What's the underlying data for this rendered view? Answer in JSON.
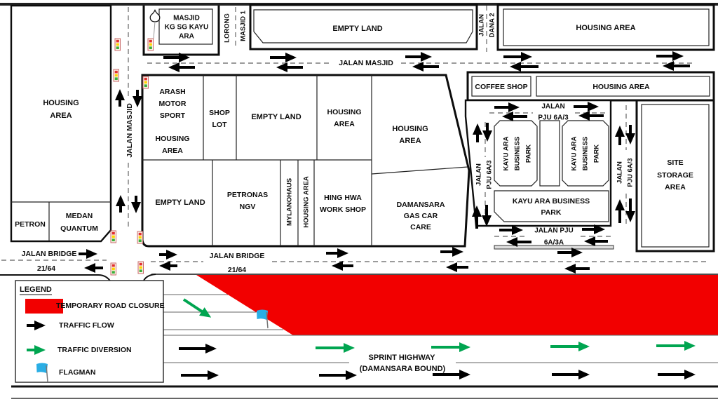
{
  "legend": {
    "title": "LEGEND",
    "closure_label": "TEMPORARY ROAD CLOSURE",
    "flow_label": "TRAFFIC FLOW",
    "diversion_label": "TRAFFIC DIVERSION",
    "flagman_label": "FLAGMAN"
  },
  "colors": {
    "closure": "#f20000",
    "flow": "#000000",
    "diversion": "#00a550",
    "flagman": "#2aaee5"
  },
  "roads": {
    "jalan_masjid_v": "JALAN MASJID",
    "jalan_masjid_h": "JALAN MASJID",
    "lorong_masjid": [
      "LORONG",
      "MASJID 1"
    ],
    "jalan_dana": [
      "JALAN",
      "DANA 2"
    ],
    "bridge_left": [
      "JALAN BRIDGE",
      "21/64"
    ],
    "bridge_right": [
      "JALAN BRIDGE",
      "21/64"
    ],
    "pju6a3_top": [
      "JALAN",
      "PJU 6A/3"
    ],
    "pju6a3_left": [
      "JALAN",
      "PJU 6A/3"
    ],
    "pju6a3_right": [
      "JALAN",
      "PJU 6A/3"
    ],
    "pju6a3a": [
      "JALAN PJU",
      "6A/3A"
    ],
    "sprint": [
      "SPRINT HIGHWAY",
      "(DAMANSARA BOUND)"
    ]
  },
  "blocks": {
    "housing_w": [
      "HOUSING",
      "AREA"
    ],
    "petron": "PETRON",
    "medan": [
      "MEDAN",
      "QUANTUM"
    ],
    "masjid": [
      "MASJID",
      "KG SG KAYU",
      "ARA"
    ],
    "empty_n": "EMPTY LAND",
    "housing_ne": "HOUSING AREA",
    "coffee": "COFFEE SHOP",
    "housing_e": "HOUSING AREA",
    "arash": [
      "ARASH",
      "MOTOR",
      "SPORT"
    ],
    "arash2": [
      "HOUSING",
      "AREA"
    ],
    "shoplot": [
      "SHOP",
      "LOT"
    ],
    "empty_c": "EMPTY LAND",
    "housing_c1": [
      "HOUSING",
      "AREA"
    ],
    "housing_c2": [
      "HOUSING",
      "AREA"
    ],
    "empty_s": "EMPTY LAND",
    "petronas": [
      "PETRONAS",
      "NGV"
    ],
    "mylanohaus": "MYLANOHAUS",
    "housing_strip": "HOUSING AREA",
    "hinghwa": [
      "HING HWA",
      "WORK SHOP"
    ],
    "damansara": [
      "DAMANSARA",
      "GAS CAR",
      "CARE"
    ],
    "kayu1": [
      "KAYU ARA",
      "BUSINESS",
      "PARK"
    ],
    "kayu2": [
      "KAYU ARA",
      "BUSINESS",
      "PARK"
    ],
    "kayu3": [
      "KAYU ARA BUSINESS",
      "PARK"
    ],
    "site": [
      "SITE",
      "STORAGE",
      "AREA"
    ]
  }
}
